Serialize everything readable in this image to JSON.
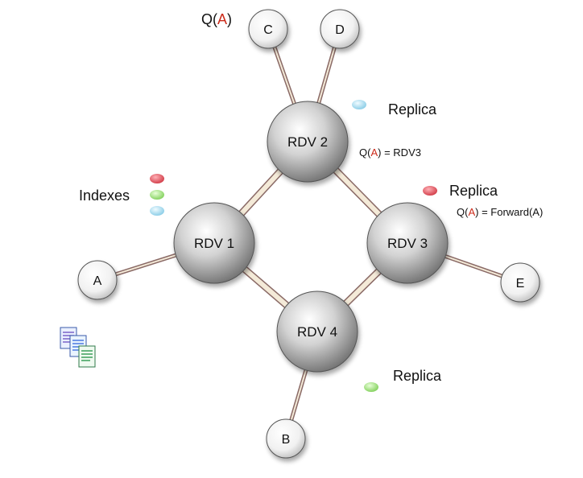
{
  "colors": {
    "red_accent": "#cc2a1a",
    "index_red": "#e0505a",
    "index_green": "#8fdc6a",
    "index_blue": "#9fd8ee",
    "link_fill": "#f4ead8",
    "link_edge": "#8a6a66"
  },
  "rdv_nodes": [
    {
      "id": "rdv1",
      "label": "RDV 1"
    },
    {
      "id": "rdv2",
      "label": "RDV 2"
    },
    {
      "id": "rdv3",
      "label": "RDV 3"
    },
    {
      "id": "rdv4",
      "label": "RDV 4"
    }
  ],
  "edge_nodes": [
    {
      "id": "A",
      "label": "A"
    },
    {
      "id": "B",
      "label": "B"
    },
    {
      "id": "C",
      "label": "C"
    },
    {
      "id": "D",
      "label": "D"
    },
    {
      "id": "E",
      "label": "E"
    }
  ],
  "links": [
    {
      "from": "rdv1",
      "to": "rdv2",
      "kind": "rdv"
    },
    {
      "from": "rdv2",
      "to": "rdv3",
      "kind": "rdv"
    },
    {
      "from": "rdv3",
      "to": "rdv4",
      "kind": "rdv"
    },
    {
      "from": "rdv4",
      "to": "rdv1",
      "kind": "rdv"
    },
    {
      "from": "A",
      "to": "rdv1",
      "kind": "edge"
    },
    {
      "from": "B",
      "to": "rdv4",
      "kind": "edge"
    },
    {
      "from": "C",
      "to": "rdv2",
      "kind": "edge"
    },
    {
      "from": "D",
      "to": "rdv2",
      "kind": "edge"
    },
    {
      "from": "E",
      "to": "rdv3",
      "kind": "edge"
    }
  ],
  "annotations": {
    "query_prefix": "Q(",
    "query_peer": "A",
    "query_suffix": ")",
    "replica_top": "Replica",
    "replica_right": "Replica",
    "replica_bottom": "Replica",
    "rdv2_query_result": "= RDV3",
    "rdv3_query_result": "= Forward(A)",
    "indexes_label": "Indexes"
  },
  "icons": {
    "documents": "documents-icon",
    "index_dot": "index-dot-icon"
  }
}
